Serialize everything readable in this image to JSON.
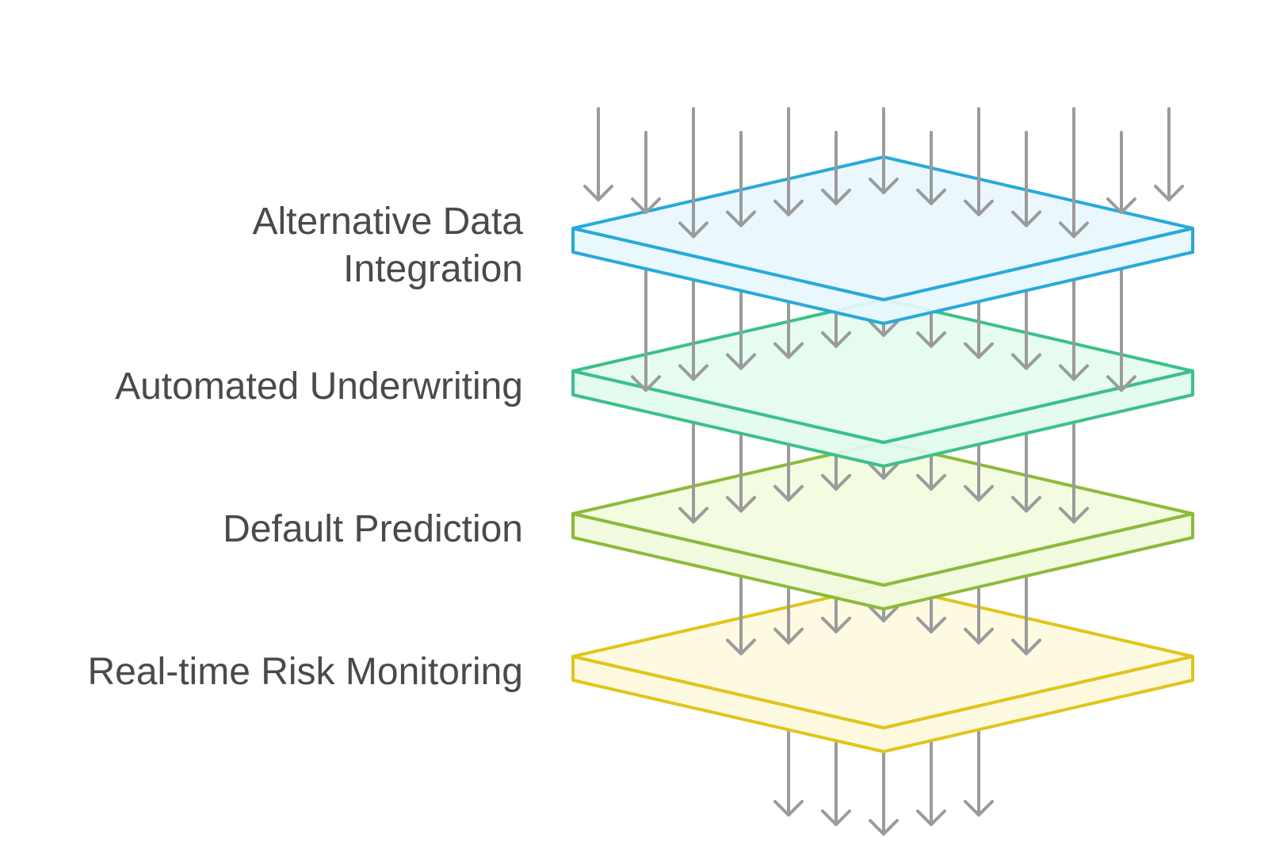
{
  "layers": [
    {
      "label_lines": [
        "Alternative Data",
        "Integration"
      ],
      "stroke": "#29a9d9",
      "fill": "#e6f7fd"
    },
    {
      "label_lines": [
        "Automated Underwriting"
      ],
      "stroke": "#3cc08a",
      "fill": "#e2fbef"
    },
    {
      "label_lines": [
        "Default Prediction"
      ],
      "stroke": "#8cba3a",
      "fill": "#f1fbdc"
    },
    {
      "label_lines": [
        "Real-time Risk Monitoring"
      ],
      "stroke": "#e0c51c",
      "fill": "#fdf9dc"
    }
  ],
  "arrow_color": "#9b9b9b"
}
